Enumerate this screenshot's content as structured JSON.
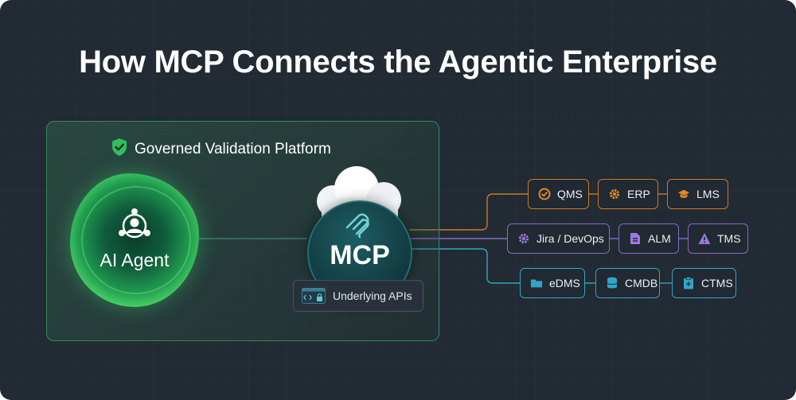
{
  "title": "How MCP Connects the Agentic Enterprise",
  "platform": {
    "label": "Governed Validation Platform",
    "icon": "shield-check-icon"
  },
  "agent": {
    "label": "AI Agent",
    "icon": "agent-network-icon"
  },
  "mcp": {
    "label": "MCP",
    "icon": "mcp-logo-icon"
  },
  "apis": {
    "label": "Underlying APIs",
    "icon": "code-lock-icon"
  },
  "colors": {
    "orange": "#c97b22",
    "purple": "#8a6bc4",
    "cyan": "#2fa6c8",
    "green": "#2f8a5c"
  },
  "systems": {
    "row1": [
      {
        "label": "QMS",
        "icon": "quality-badge-icon"
      },
      {
        "label": "ERP",
        "icon": "gear-icon"
      },
      {
        "label": "LMS",
        "icon": "graduation-cap-icon"
      }
    ],
    "row2": [
      {
        "label": "Jira / DevOps",
        "icon": "gear-icon"
      },
      {
        "label": "ALM",
        "icon": "document-icon"
      },
      {
        "label": "TMS",
        "icon": "warning-triangle-icon"
      }
    ],
    "row3": [
      {
        "label": "eDMS",
        "icon": "folder-icon"
      },
      {
        "label": "CMDB",
        "icon": "database-icon"
      },
      {
        "label": "CTMS",
        "icon": "clipboard-icon"
      }
    ]
  }
}
